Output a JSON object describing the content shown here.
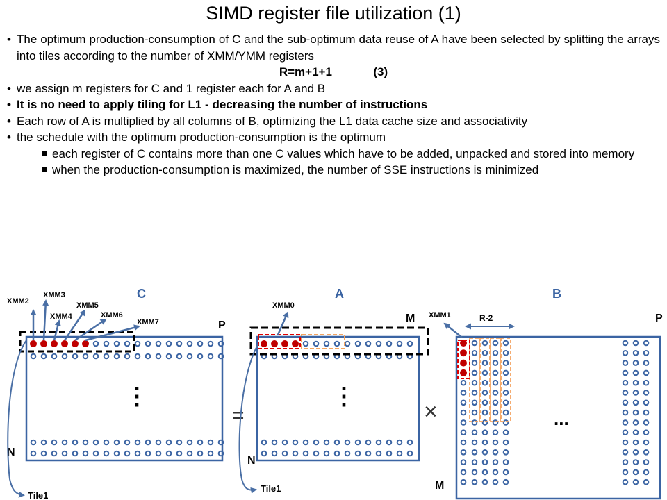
{
  "title": "SIMD register file utilization (1)",
  "bullets": [
    "The optimum production-consumption of C and the sub-optimum data reuse of A have been selected by splitting the arrays into tiles according to the number of XMM/YMM registers",
    "we assign m registers for C and 1 register each for A and B",
    "It is no need to apply tiling for L1 - decreasing the number of instructions",
    "Each row of A is multiplied by all columns of B, optimizing the L1 data cache size and associativity",
    "the schedule with the optimum production-consumption is the optimum"
  ],
  "equation": {
    "expr": "R=m+1+1",
    "num": "(3)"
  },
  "sub_bullets": [
    "each register of C contains more than one C values which have to be added, unpacked and stored into memory",
    "when the production-consumption is maximized, the number of SSE instructions is minimized"
  ],
  "diagram": {
    "matrix_c": {
      "name": "C",
      "row_label": "N",
      "col_label": "P",
      "tile_label": "Tile1",
      "registers": [
        "XMM2",
        "XMM3",
        "XMM4",
        "XMM5",
        "XMM6",
        "XMM7"
      ],
      "ellipsis": "⋮"
    },
    "matrix_a": {
      "name": "A",
      "row_label": "N",
      "col_label": "M",
      "tile_label": "Tile1",
      "register": "XMM0",
      "ellipsis": "⋮"
    },
    "matrix_b": {
      "name": "B",
      "row_label": "M",
      "col_label": "P",
      "register": "XMM1",
      "width_label": "R-2",
      "ellipsis": "..."
    },
    "equals_symbol": "=",
    "times_symbol": "×"
  },
  "colors": {
    "accent": "#4a6fa5",
    "matrix_border": "#3b64a3",
    "dot": "#3b64a3",
    "highlight_dot": "#c00000",
    "tile_orange": "#f4a460",
    "tile_red": "#e00000",
    "letter_blue": "#3b64a3"
  }
}
